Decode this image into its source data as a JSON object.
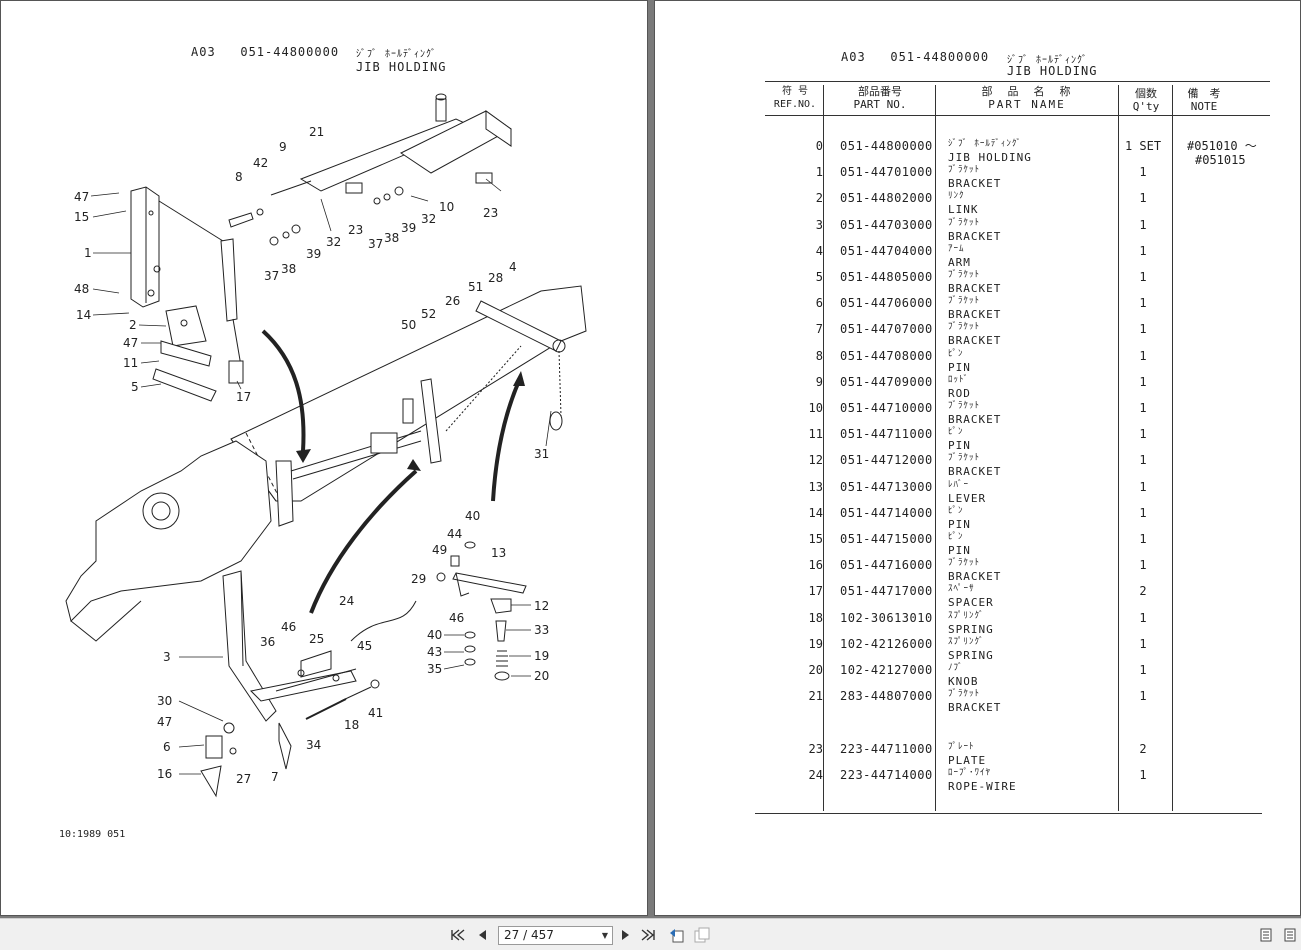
{
  "left_page": {
    "header_code": "A03   051-44800000",
    "header_jp": "ｼﾞﾌﾞ ﾎｰﾙﾃﾞｨﾝｸﾞ",
    "header_en": "JIB HOLDING",
    "footer_code": "10:1989 051",
    "callouts": [
      "47",
      "15",
      "1",
      "48",
      "14",
      "2",
      "47",
      "11",
      "5",
      "17",
      "8",
      "42",
      "9",
      "21",
      "32",
      "37",
      "38",
      "39",
      "23",
      "37",
      "38",
      "39",
      "32",
      "10",
      "23",
      "50",
      "52",
      "26",
      "51",
      "28",
      "4",
      "31",
      "40",
      "44",
      "49",
      "13",
      "29",
      "12",
      "46",
      "33",
      "40",
      "43",
      "35",
      "19",
      "20",
      "24",
      "25",
      "45",
      "46",
      "36",
      "3",
      "30",
      "47",
      "6",
      "16",
      "27",
      "7",
      "34",
      "18",
      "41"
    ]
  },
  "right_page": {
    "header_code": "A03   051-44800000",
    "header_jp": "ｼﾞﾌﾞ ﾎｰﾙﾃﾞｨﾝｸﾞ",
    "header_en": "JIB HOLDING",
    "columns": {
      "ref_jp": "符 号",
      "ref_en": "REF.NO.",
      "part_jp": "部品番号",
      "part_en": "PART NO.",
      "name_jp": "部　品　名　称",
      "name_en": "PART NAME",
      "qty_jp": "個数",
      "qty_en": "Q'ty",
      "note_jp": "備　考",
      "note_en": "NOTE"
    },
    "rows": [
      {
        "ref": "0",
        "part": "051-44800000",
        "jp": "ｼﾞﾌﾞ ﾎｰﾙﾃﾞｨﾝｸﾞ",
        "en": "JIB HOLDING",
        "qty": "1 SET",
        "note1": "#051010 ～",
        "note2": "#051015"
      },
      {
        "ref": "1",
        "part": "051-44701000",
        "jp": "ﾌﾞﾗｹｯﾄ",
        "en": "BRACKET",
        "qty": "1"
      },
      {
        "ref": "2",
        "part": "051-44802000",
        "jp": "ﾘﾝｸ",
        "en": "LINK",
        "qty": "1"
      },
      {
        "ref": "3",
        "part": "051-44703000",
        "jp": "ﾌﾞﾗｹｯﾄ",
        "en": "BRACKET",
        "qty": "1"
      },
      {
        "ref": "4",
        "part": "051-44704000",
        "jp": "ｱｰﾑ",
        "en": "ARM",
        "qty": "1"
      },
      {
        "ref": "5",
        "part": "051-44805000",
        "jp": "ﾌﾞﾗｹｯﾄ",
        "en": "BRACKET",
        "qty": "1"
      },
      {
        "ref": "6",
        "part": "051-44706000",
        "jp": "ﾌﾞﾗｹｯﾄ",
        "en": "BRACKET",
        "qty": "1"
      },
      {
        "ref": "7",
        "part": "051-44707000",
        "jp": "ﾌﾞﾗｹｯﾄ",
        "en": "BRACKET",
        "qty": "1"
      },
      {
        "ref": "8",
        "part": "051-44708000",
        "jp": "ﾋﾟﾝ",
        "en": "PIN",
        "qty": "1"
      },
      {
        "ref": "9",
        "part": "051-44709000",
        "jp": "ﾛｯﾄﾞ",
        "en": "ROD",
        "qty": "1"
      },
      {
        "ref": "10",
        "part": "051-44710000",
        "jp": "ﾌﾞﾗｹｯﾄ",
        "en": "BRACKET",
        "qty": "1"
      },
      {
        "ref": "11",
        "part": "051-44711000",
        "jp": "ﾋﾟﾝ",
        "en": "PIN",
        "qty": "1"
      },
      {
        "ref": "12",
        "part": "051-44712000",
        "jp": "ﾌﾞﾗｹｯﾄ",
        "en": "BRACKET",
        "qty": "1"
      },
      {
        "ref": "13",
        "part": "051-44713000",
        "jp": "ﾚﾊﾞｰ",
        "en": "LEVER",
        "qty": "1"
      },
      {
        "ref": "14",
        "part": "051-44714000",
        "jp": "ﾋﾟﾝ",
        "en": "PIN",
        "qty": "1"
      },
      {
        "ref": "15",
        "part": "051-44715000",
        "jp": "ﾋﾟﾝ",
        "en": "PIN",
        "qty": "1"
      },
      {
        "ref": "16",
        "part": "051-44716000",
        "jp": "ﾌﾞﾗｹｯﾄ",
        "en": "BRACKET",
        "qty": "1"
      },
      {
        "ref": "17",
        "part": "051-44717000",
        "jp": "ｽﾍﾟｰｻ",
        "en": "SPACER",
        "qty": "2"
      },
      {
        "ref": "18",
        "part": "102-30613010",
        "jp": "ｽﾌﾟﾘﾝｸﾞ",
        "en": "SPRING",
        "qty": "1"
      },
      {
        "ref": "19",
        "part": "102-42126000",
        "jp": "ｽﾌﾟﾘﾝｸﾞ",
        "en": "SPRING",
        "qty": "1"
      },
      {
        "ref": "20",
        "part": "102-42127000",
        "jp": "ﾉﾌﾞ",
        "en": "KNOB",
        "qty": "1"
      },
      {
        "ref": "21",
        "part": "283-44807000",
        "jp": "ﾌﾞﾗｹｯﾄ",
        "en": "BRACKET",
        "qty": "1"
      },
      {
        "ref": "23",
        "part": "223-44711000",
        "jp": "ﾌﾟﾚｰﾄ",
        "en": "PLATE",
        "qty": "2"
      },
      {
        "ref": "24",
        "part": "223-44714000",
        "jp": "ﾛｰﾌﾟ･ﾜｲﾔ",
        "en": "ROPE-WIRE",
        "qty": "1"
      }
    ]
  },
  "toolbar": {
    "page_value": "27 / 457",
    "first_icon": "first-page-icon",
    "prev_icon": "previous-page-icon",
    "next_icon": "next-page-icon",
    "last_icon": "last-page-icon"
  }
}
